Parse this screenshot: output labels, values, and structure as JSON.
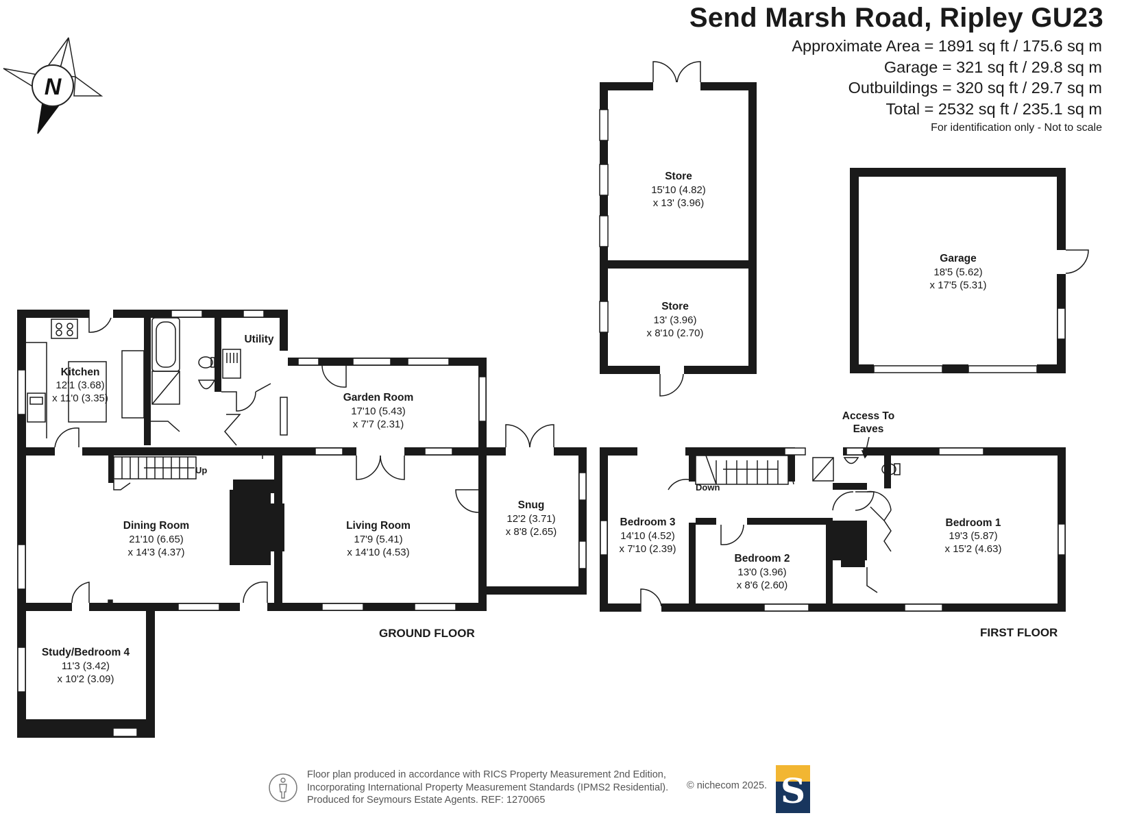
{
  "header": {
    "title": "Send Marsh Road, Ripley GU23",
    "areas": [
      "Approximate Area = 1891 sq ft / 175.6 sq m",
      "Garage = 321 sq ft / 29.8 sq m",
      "Outbuildings = 320 sq ft / 29.7 sq m",
      "Total = 2532 sq ft / 235.1 sq m"
    ],
    "note": "For identification only - Not to scale"
  },
  "compass": {
    "label": "N"
  },
  "rooms": {
    "kitchen": {
      "name": "Kitchen",
      "dims": [
        "12'1 (3.68)",
        "x 11'0 (3.35)"
      ]
    },
    "utility": {
      "name": "Utility"
    },
    "garden_room": {
      "name": "Garden Room",
      "dims": [
        "17'10 (5.43)",
        "x 7'7 (2.31)"
      ]
    },
    "dining_room": {
      "name": "Dining Room",
      "dims": [
        "21'10 (6.65)",
        "x 14'3 (4.37)"
      ]
    },
    "living_room": {
      "name": "Living Room",
      "dims": [
        "17'9 (5.41)",
        "x 14'10 (4.53)"
      ]
    },
    "snug": {
      "name": "Snug",
      "dims": [
        "12'2 (3.71)",
        "x 8'8 (2.65)"
      ]
    },
    "study": {
      "name": "Study/Bedroom 4",
      "dims": [
        "11'3 (3.42)",
        "x 10'2 (3.09)"
      ]
    },
    "store_1": {
      "name": "Store",
      "dims": [
        "15'10 (4.82)",
        "x 13' (3.96)"
      ]
    },
    "store_2": {
      "name": "Store",
      "dims": [
        "13' (3.96)",
        "x 8'10 (2.70)"
      ]
    },
    "garage": {
      "name": "Garage",
      "dims": [
        "18'5 (5.62)",
        "x 17'5 (5.31)"
      ]
    },
    "bedroom_1": {
      "name": "Bedroom 1",
      "dims": [
        "19'3 (5.87)",
        "x 15'2 (4.63)"
      ]
    },
    "bedroom_2": {
      "name": "Bedroom 2",
      "dims": [
        "13'0 (3.96)",
        "x 8'6 (2.60)"
      ]
    },
    "bedroom_3": {
      "name": "Bedroom 3",
      "dims": [
        "14'10 (4.52)",
        "x 7'10 (2.39)"
      ]
    },
    "eaves": {
      "name": [
        "Access To",
        "Eaves"
      ]
    }
  },
  "labels": {
    "up": "Up",
    "down": "Down",
    "ground_floor": "GROUND FLOOR",
    "first_floor": "FIRST FLOOR"
  },
  "footer": {
    "lines": [
      "Floor plan produced in accordance with RICS Property Measurement 2nd Edition,",
      "Incorporating International Property Measurement Standards (IPMS2 Residential).",
      "Produced for Seymours Estate Agents.   REF: 1270065"
    ],
    "credit": "© nichecom 2025.",
    "logo_letter": "S"
  },
  "colors": {
    "wall": "#1a1a1a",
    "logo_navy": "#18365e",
    "logo_gold": "#f2b632"
  }
}
